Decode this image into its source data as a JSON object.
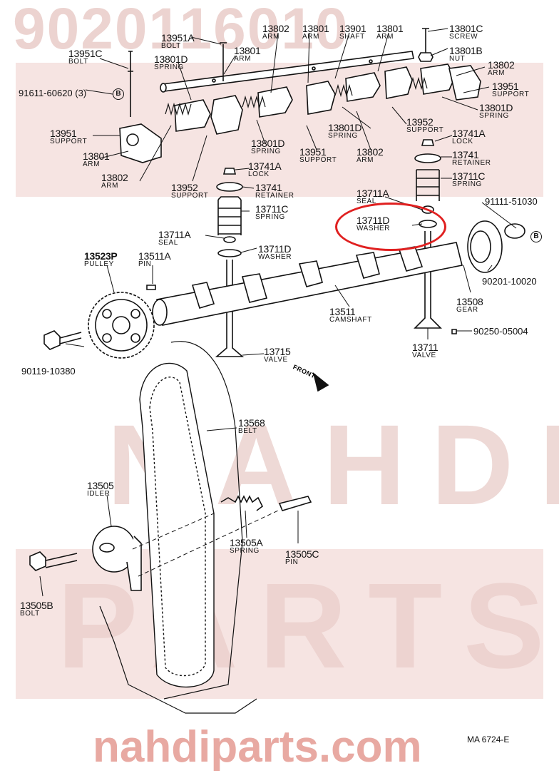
{
  "watermark": {
    "part_number": "9020116010",
    "brand_line1": "NAHDI",
    "brand_line2": "PARTS",
    "site": "nahdiparts.com"
  },
  "diagram_ref": "MA 6724-E",
  "front_label": "FRONT",
  "parts": {
    "p13951C": {
      "num": "13951C",
      "name": "BOLT"
    },
    "p13951A": {
      "num": "13951A",
      "name": "BOLT"
    },
    "p13801D_a": {
      "num": "13801D",
      "name": "SPRING"
    },
    "p13801_a": {
      "num": "13801",
      "name": "ARM"
    },
    "p13802_a": {
      "num": "13802",
      "name": "ARM"
    },
    "p13801_b": {
      "num": "13801",
      "name": "ARM"
    },
    "p13901": {
      "num": "13901",
      "name": "SHAFT"
    },
    "p13801_c": {
      "num": "13801",
      "name": "ARM"
    },
    "p13801C": {
      "num": "13801C",
      "name": "SCREW"
    },
    "p13801B": {
      "num": "13801B",
      "name": "NUT"
    },
    "p13802_b": {
      "num": "13802",
      "name": "ARM"
    },
    "p13951_r": {
      "num": "13951",
      "name": "SUPPORT"
    },
    "p13801D_r": {
      "num": "13801D",
      "name": "SPRING"
    },
    "p13951_l": {
      "num": "13951",
      "name": "SUPPORT"
    },
    "p13801_l": {
      "num": "13801",
      "name": "ARM"
    },
    "p13802_l": {
      "num": "13802",
      "name": "ARM"
    },
    "p13952_l": {
      "num": "13952",
      "name": "SUPPORT"
    },
    "p13801D_m": {
      "num": "13801D",
      "name": "SPRING"
    },
    "p13951_m": {
      "num": "13951",
      "name": "SUPPORT"
    },
    "p13802_m": {
      "num": "13802",
      "name": "ARM"
    },
    "p13801D_m2": {
      "num": "13801D",
      "name": "SPRING"
    },
    "p13952_r": {
      "num": "13952",
      "name": "SUPPORT"
    },
    "p13741A_r": {
      "num": "13741A",
      "name": "LOCK"
    },
    "p13741_r": {
      "num": "13741",
      "name": "RETAINER"
    },
    "p13711C_r": {
      "num": "13711C",
      "name": "SPRING"
    },
    "p13741A_l": {
      "num": "13741A",
      "name": "LOCK"
    },
    "p13741_l": {
      "num": "13741",
      "name": "RETAINER"
    },
    "p13711C_l": {
      "num": "13711C",
      "name": "SPRING"
    },
    "p13711A_l": {
      "num": "13711A",
      "name": "SEAL"
    },
    "p13711D_l": {
      "num": "13711D",
      "name": "WASHER"
    },
    "p13711A_r": {
      "num": "13711A",
      "name": "SEAL"
    },
    "p13711D_r": {
      "num": "13711D",
      "name": "WASHER"
    },
    "p13523P": {
      "num": "13523P",
      "name": "PULLEY"
    },
    "p13511A": {
      "num": "13511A",
      "name": "PIN"
    },
    "p13511": {
      "num": "13511",
      "name": "CAMSHAFT"
    },
    "p13508": {
      "num": "13508",
      "name": "GEAR"
    },
    "p13715": {
      "num": "13715",
      "name": "VALVE"
    },
    "p13711": {
      "num": "13711",
      "name": "VALVE"
    },
    "p13568": {
      "num": "13568",
      "name": "BELT"
    },
    "p13505": {
      "num": "13505",
      "name": "IDLER"
    },
    "p13505A": {
      "num": "13505A",
      "name": "SPRING"
    },
    "p13505C": {
      "num": "13505C",
      "name": "PIN"
    },
    "p13505B": {
      "num": "13505B",
      "name": "BOLT"
    }
  },
  "codes": {
    "c91611": "91611-60620 (3)",
    "c91111": "91111-51030",
    "c90201": "90201-10020",
    "c90250": "90250-05004",
    "c90119": "90119-10380"
  },
  "circle_mark": "B"
}
